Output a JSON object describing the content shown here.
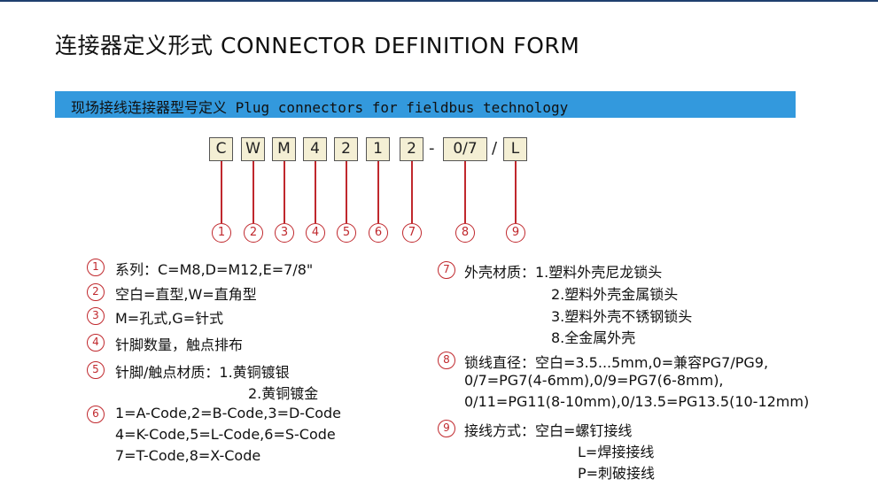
{
  "title": "连接器定义形式 CONNECTOR DEFINITION FORM",
  "banner": "现场接线连接器型号定义 Plug connectors for fieldbus technology",
  "code_boxes": [
    "C",
    "W",
    "M",
    "4",
    "2",
    "1",
    "2",
    "0/7",
    "L"
  ],
  "separators": [
    "-",
    "/"
  ],
  "numbers": [
    "1",
    "2",
    "3",
    "4",
    "5",
    "6",
    "7",
    "8",
    "9"
  ],
  "left_items": [
    {
      "num": "1",
      "lines": [
        "系列：C=M8,D=M12,E=7/8\""
      ]
    },
    {
      "num": "2",
      "lines": [
        "空白=直型,W=直角型"
      ]
    },
    {
      "num": "3",
      "lines": [
        "M=孔式,G=针式"
      ]
    },
    {
      "num": "4",
      "lines": [
        "针脚数量，触点排布"
      ]
    },
    {
      "num": "5",
      "lines": [
        "针脚/触点材质：1.黄铜镀银",
        "2.黄铜镀金"
      ]
    },
    {
      "num": "6",
      "lines": [
        "1=A-Code,2=B-Code,3=D-Code",
        "4=K-Code,5=L-Code,6=S-Code",
        "7=T-Code,8=X-Code"
      ]
    }
  ],
  "right_items": [
    {
      "num": "7",
      "lines": [
        "外壳材质：1.塑料外壳尼龙锁头",
        "2.塑料外壳金属锁头",
        "3.塑料外壳不锈钢锁头",
        "8.全金属外壳"
      ]
    },
    {
      "num": "8",
      "lines": [
        "锁线直径：空白=3.5...5mm,0=兼容PG7/PG9,",
        "0/7=PG7(4-6mm),0/9=PG7(6-8mm),",
        "0/11=PG11(8-10mm),0/13.5=PG13.5(10-12mm)"
      ]
    },
    {
      "num": "9",
      "lines": [
        "接线方式：空白=螺钉接线",
        "L=焊接接线",
        "P=刺破接线"
      ]
    }
  ]
}
